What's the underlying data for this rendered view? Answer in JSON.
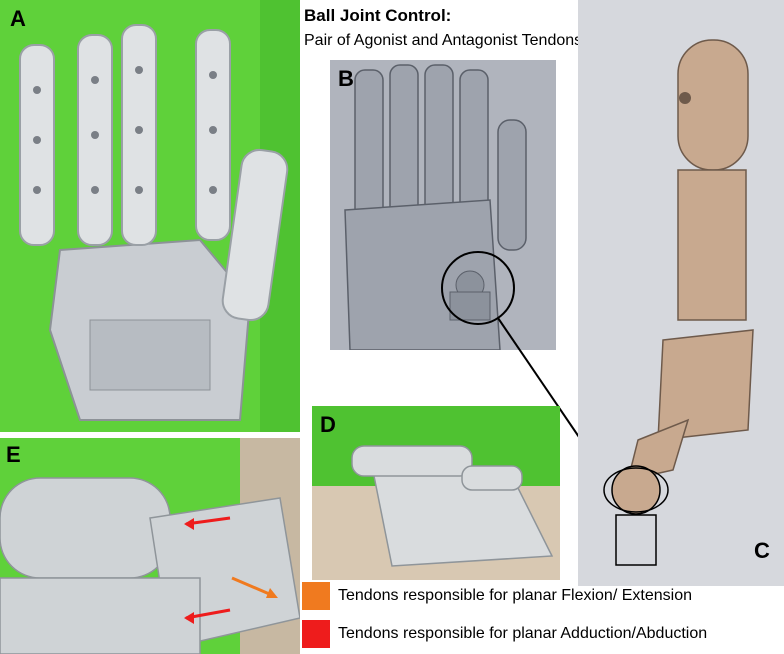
{
  "title": "Ball Joint Control:",
  "subtitle": "Pair of Agonist and Antagonist Tendons",
  "panels": {
    "a": "A",
    "b": "B",
    "c": "C",
    "d": "D",
    "e": "E"
  },
  "legend": [
    {
      "label": "Tendons responsible for planar Flexion/ Extension",
      "color": "#f07a1f"
    },
    {
      "label": "Tendons responsible for planar Adduction/Abduction",
      "color": "#ee1c1c"
    }
  ]
}
